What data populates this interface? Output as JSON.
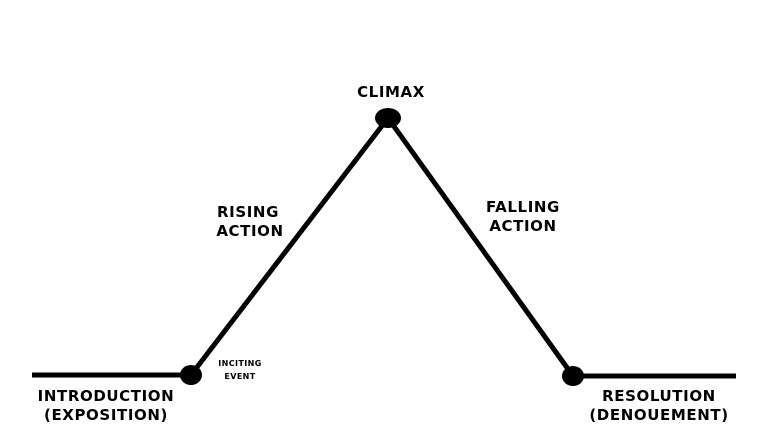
{
  "diagram": {
    "colors": {
      "line": "#000000",
      "background": "#ffffff"
    },
    "labels": {
      "climax": "CLIMAX",
      "rising_1": "RISING",
      "rising_2": "ACTION",
      "falling_1": "FALLING",
      "falling_2": "ACTION",
      "inciting_1": "INCITING",
      "inciting_2": "EVENT",
      "intro_1": "INTRODUCTION",
      "intro_2": "(EXPOSITION)",
      "resolution_1": "RESOLUTION",
      "resolution_2": "(DENOUEMENT)"
    }
  }
}
